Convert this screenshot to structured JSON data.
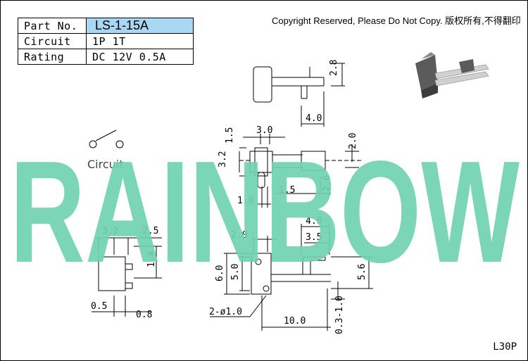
{
  "spec_table": {
    "rows": [
      {
        "label": "Part No.",
        "value": "LS-1-15A"
      },
      {
        "label": "Circuit",
        "value": "1P 1T"
      },
      {
        "label": "Rating",
        "value": "DC 12V 0.5A"
      }
    ],
    "highlight_color": "#a8d8f4"
  },
  "copyright": "Copyright Reserved, Please Do Not Copy. 版权所有,不得翻印",
  "watermark": {
    "text": "RAINBOW",
    "color": "#6fd2b0"
  },
  "circuit_label": "Circuit",
  "drawing_code": "L30P",
  "dimensions": {
    "d_2_8": "2.8",
    "d_4_0_top": "4.0",
    "d_1_5": "1.5",
    "d_3_0": "3.0",
    "d_2_0_right": "2.0",
    "d_3_2_left": "3.2",
    "d_2_6": "2.6",
    "d_1_5_b": "1.5",
    "d_1_0": "1.0",
    "d_3_2": "3.2",
    "d_2_5": "2.5",
    "d_1_4": "1.4",
    "d_0_5": "0.5",
    "d_0_8": "0.8",
    "d_2_0": "2.0",
    "d_4_0_bottom": "4.0",
    "d_3_5": "3.5",
    "d_6_0": "6.0",
    "d_5_0": "5.0",
    "d_5_6": "5.6",
    "d_hole": "2-ø1.0",
    "d_10_0": "10.0",
    "d_0_3_1_0": "0.3-1.0"
  }
}
